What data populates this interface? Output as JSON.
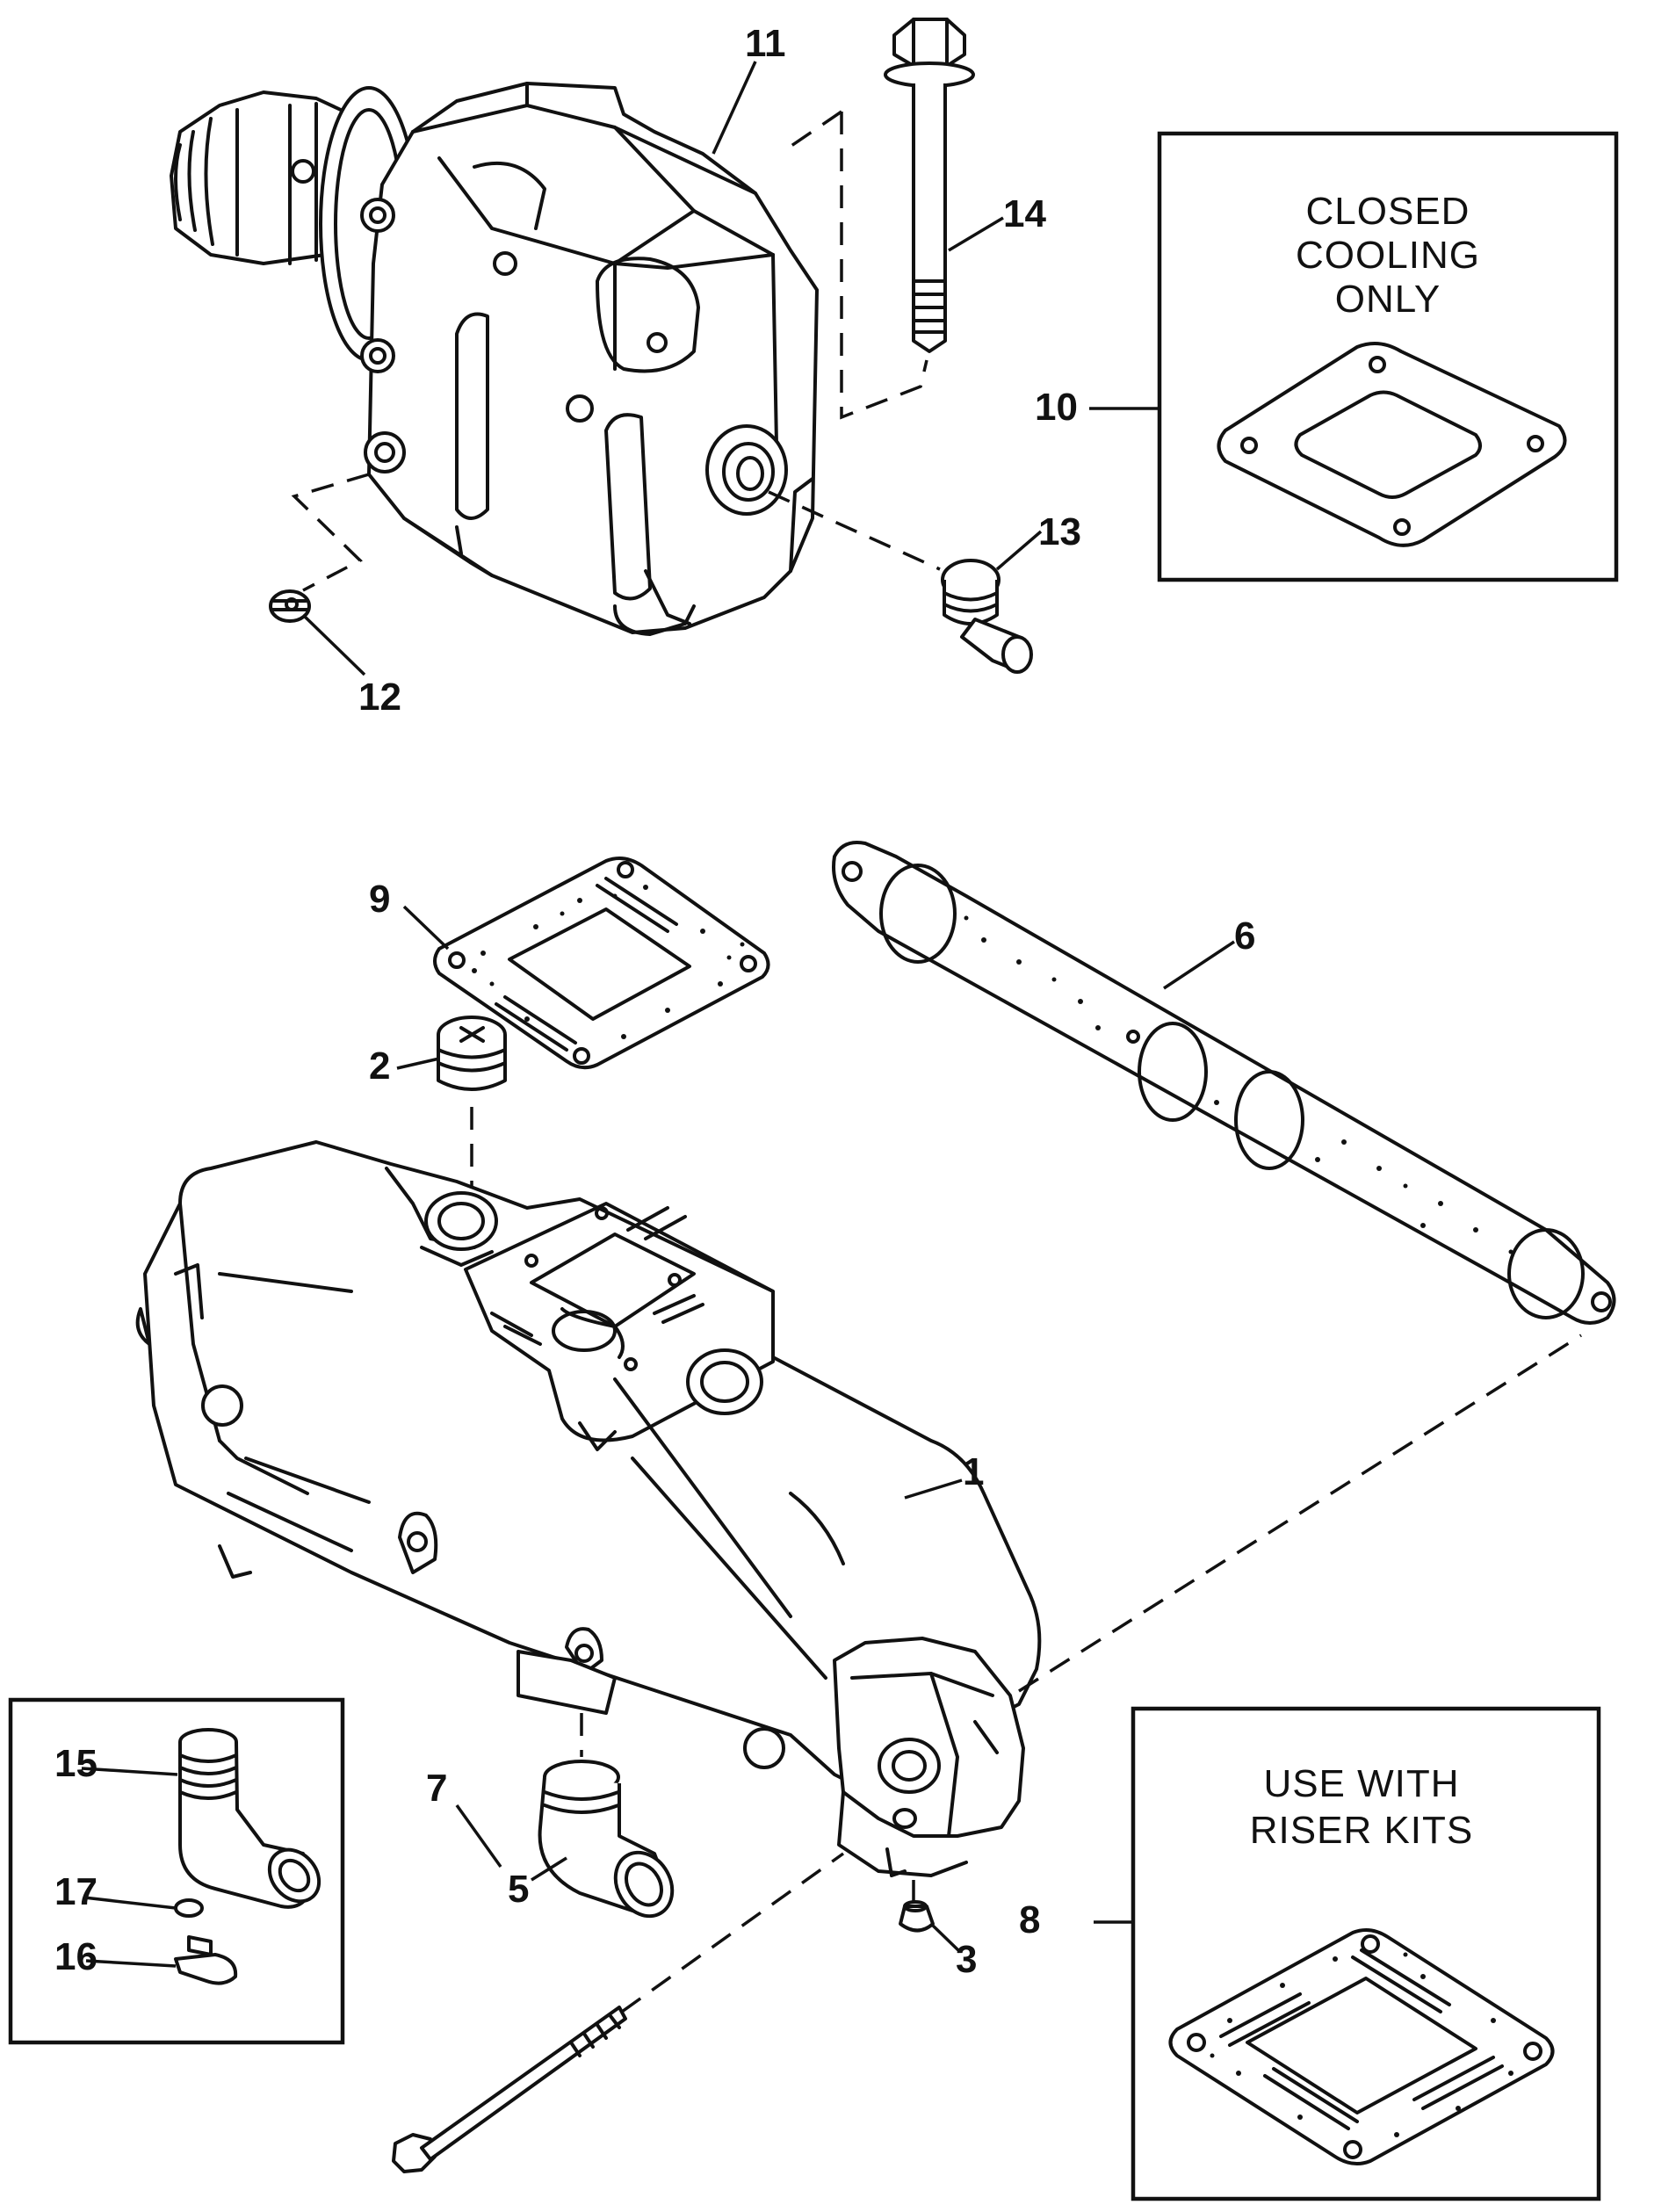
{
  "callouts": {
    "c1": "1",
    "c2": "2",
    "c3": "3",
    "c5": "5",
    "c6": "6",
    "c7": "7",
    "c8": "8",
    "c9": "9",
    "c10": "10",
    "c11": "11",
    "c12": "12",
    "c13": "13",
    "c14": "14",
    "c15": "15",
    "c16": "16",
    "c17": "17"
  },
  "notes": {
    "closed_cooling": [
      "CLOSED",
      "COOLING",
      "ONLY"
    ],
    "riser_kits": [
      "USE WITH",
      "RISER KITS"
    ]
  }
}
